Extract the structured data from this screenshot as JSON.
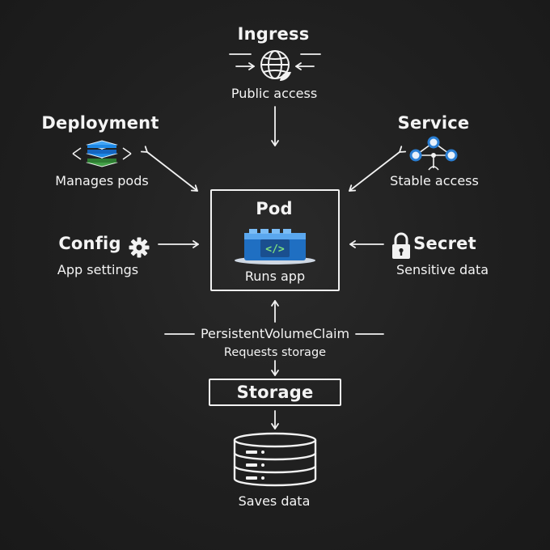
{
  "ingress": {
    "title": "Ingress",
    "subtitle": "Public access",
    "icon": "globe-icon"
  },
  "deployment": {
    "title": "Deployment",
    "subtitle": "Manages pods",
    "icon": "layers-icon"
  },
  "service": {
    "title": "Service",
    "subtitle": "Stable access",
    "icon": "network-nodes-icon"
  },
  "pod": {
    "title": "Pod",
    "subtitle": "Runs app",
    "icon": "code-container-icon"
  },
  "config": {
    "title": "Config",
    "subtitle": "App settings",
    "icon": "gear-icon"
  },
  "secret": {
    "title": "Secret",
    "subtitle": "Sensitive data",
    "icon": "lock-icon"
  },
  "pvc": {
    "title": "PersistentVolumeClaim",
    "subtitle": "Requests storage"
  },
  "storage": {
    "title": "Storage"
  },
  "database": {
    "subtitle": "Saves data",
    "icon": "database-icon"
  },
  "colors": {
    "background": "#1f1f1f",
    "line": "#f2f2f2",
    "accent_blue": "#2a7fd4",
    "accent_green": "#4caf50"
  }
}
